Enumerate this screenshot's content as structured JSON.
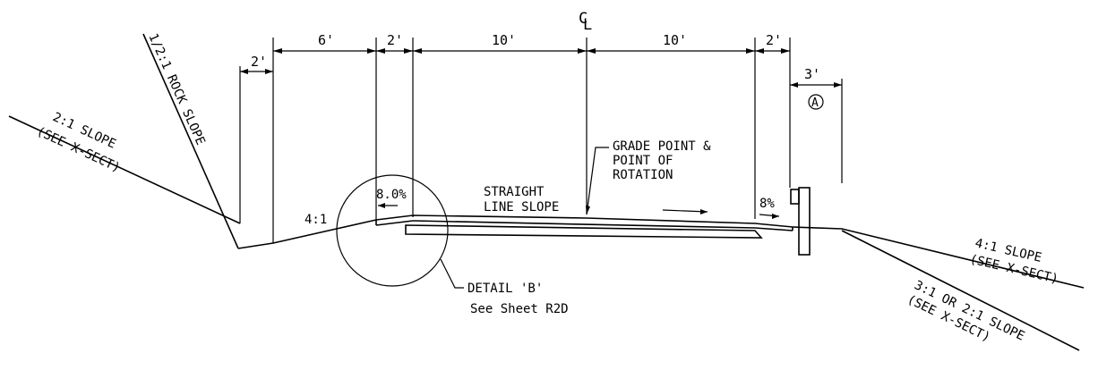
{
  "title": "",
  "centerline": {
    "symbol_c": "C",
    "symbol_l": "L"
  },
  "dimensions": {
    "shoulder_left_2": "2'",
    "left_6": "6'",
    "curb_left_2": "2'",
    "lane_left_10": "10'",
    "lane_right_10": "10'",
    "shoulder_right_2": "2'",
    "right_3": "3'"
  },
  "callout_a": "A",
  "labels": {
    "rock_slope": "1/2:1 ROCK SLOPE",
    "left_slope_line1": "2:1 SLOPE",
    "left_slope_line2": "(SEE X-SECT)",
    "foreslope": "4:1",
    "left_pct": "8.0%",
    "straight_line1": "STRAIGHT",
    "straight_line2": "LINE SLOPE",
    "grade_line1": "GRADE POINT &",
    "grade_line2": "POINT OF",
    "grade_line3": "ROTATION",
    "right_pct": "8%",
    "right_slope1_line1": "4:1 SLOPE",
    "right_slope1_line2": "(SEE X-SECT)",
    "right_slope2_line1": "3:1 OR 2:1 SLOPE",
    "right_slope2_line2": "(SEE X-SECT)",
    "detail_line1": "DETAIL 'B'",
    "detail_line2": "See Sheet R2D"
  }
}
